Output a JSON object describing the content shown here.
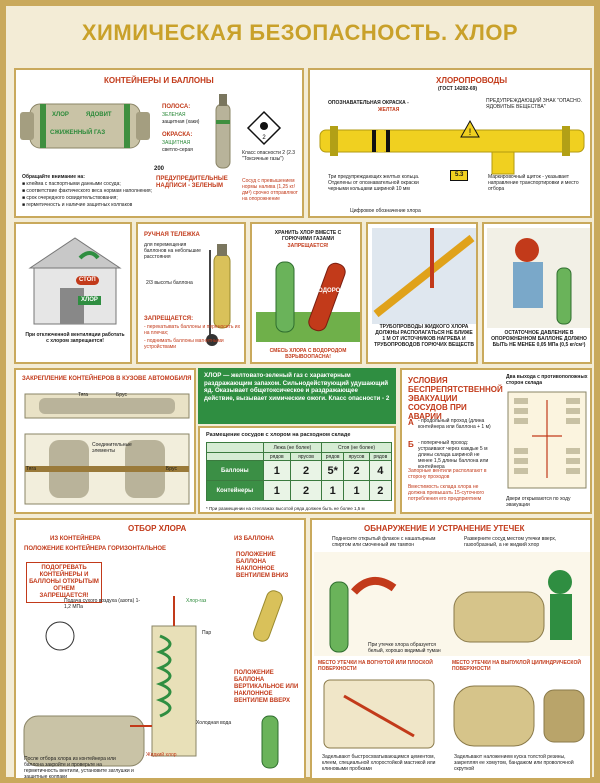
{
  "title": "ХИМИЧЕСКАЯ БЕЗОПАСНОСТЬ. ХЛОР",
  "containers": {
    "header": "КОНТЕЙНЕРЫ И БАЛЛОНЫ",
    "label_chlor": "ХЛОР",
    "label_yadovit": "ЯДОВИТ",
    "label_gas": "СЖИЖЕННЫЙ ГАЗ",
    "stripes_title": "ПОЛОСА:",
    "stripes_text": "ЗЕЛЕНАЯ",
    "stripes_note": "защитная (хаки)",
    "paint_title": "ОКРАСКА:",
    "paint_text": "ЗАЩИТНАЯ",
    "paint_note": "светло-серая",
    "dim": "200",
    "attention": "Обращайте внимание на:",
    "att1": "■ клейма с паспортными данными сосуда;",
    "att2": "■ соответствие фактического веса нормам наполнения;",
    "att3": "■ срок очередного освидетельствования;",
    "att4": "■ герметичность и наличие защитных колпаков",
    "class_label": "Класс опасности 2 (2.3 \"Токсичные газы\")",
    "warn_title": "ПРЕДУПРЕДИТЕЛЬНЫЕ НАДПИСИ - ЗЕЛЕНЫМ",
    "warn_note": "Сосуд с превышением нормы налива (1,25 кг/дм³) срочно отправляют на опорожнение"
  },
  "pipes": {
    "header": "ХЛОРОПРОВОДЫ",
    "gost": "(ГОСТ 14202-69)",
    "paint": "ОПОЗНАВАТЕЛЬНАЯ ОКРАСКА -",
    "paint_color": "ЖЕЛТАЯ",
    "sign": "ПРЕДУПРЕЖДАЮЩИЙ ЗНАК \"ОПАСНО. ЯДОВИТЫЕ ВЕЩЕСТВА\"",
    "code": "5.3",
    "rings": "Три предупреждающих желтых кольца. Отделены от опознавательной окраски черными кольцами шириной 10 мм",
    "marker": "Маркировочный щиток - указывает направление транспортировки и место отбора",
    "digital": "Цифровое обозначение хлора"
  },
  "cart": {
    "title": "РУЧНАЯ ТЕЛЕЖКА",
    "desc": "для перемещения баллонов на небольшие расстояния",
    "height": "2/3 высоты баллона",
    "forbid": "ЗАПРЕЩАЕТСЯ:",
    "f1": "- перекатывать баллоны и переносить их на плечах;",
    "f2": "- поднимать баллоны магнитными устройствами"
  },
  "work": {
    "stop": "СТОП",
    "gas_sign": "ХЛОР",
    "caption": "При отключенной вентиляции работать с хлором запрещается!"
  },
  "store": {
    "top": "ХРАНИТЬ ХЛОР ВМЕСТЕ С ГОРЮЧИМИ ГАЗАМИ",
    "top2": "ЗАПРЕЩАЕТСЯ!",
    "vodorod": "ВОДОРОД",
    "caption": "СМЕСЬ ХЛОРА С ВОДОРОДОМ ВЗРЫВООПАСНА!"
  },
  "pipelines2": {
    "text": "ТРУБОПРОВОДЫ ЖИДКОГО ХЛОРА ДОЛЖНЫ РАСПОЛАГАТЬСЯ НЕ БЛИЖЕ 1 М ОТ ИСТОЧНИКОВ НАГРЕВА И ТРУБОПРОВОДОВ ГОРЮЧИХ ВЕЩЕСТВ"
  },
  "pressure": {
    "text": "ОСТАТОЧНОЕ ДАВЛЕНИЕ В ОПОРОЖНЕННОМ БАЛЛОНЕ ДОЛЖНО БЫТЬ НЕ МЕНЕЕ 0,05 МПа (0,5 кг/см²)"
  },
  "auto": {
    "header": "ЗАКРЕПЛЕНИЕ КОНТЕЙНЕРОВ В КУЗОВЕ АВТОМОБИЛЯ",
    "tyaga": "Тяга",
    "brus": "Брус",
    "soed": "Соединительные элементы",
    "tyaga2": "Тяга",
    "brus2": "Брус"
  },
  "chlor_info": "ХЛОР — желтовато-зеленый газ с характерным раздражающим запахом. Сильнодействующий удушающий яд. Оказывает общетоксическое и раздражающее действие, вызывает химические ожоги. Класс опасности - 2",
  "placement": {
    "title": "Размещение сосудов с хлором на расходном складе",
    "col1": "Лежа (не более)",
    "col2": "Стоя (не более)",
    "row1": "Баллоны",
    "row2": "Контейнеры",
    "sub1": "рядов",
    "sub2": "ярусов",
    "row1_vals": [
      "1",
      "2",
      "5*",
      "2",
      "4"
    ],
    "row2_vals": [
      "1",
      "2",
      "1",
      "1",
      "2"
    ],
    "note": "* При размещении на стеллажах высотой ряда должен быть не более 1,5 м"
  },
  "evac": {
    "header": "УСЛОВИЯ БЕСПРЕПЯТСТВЕННОЙ ЭВАКУАЦИИ СОСУДОВ ПРИ АВАРИИ",
    "a": "А",
    "a_text": "- продольный проход (длина контейнера или баллона + 1 м)",
    "b": "Б",
    "b_text": "- поперечный проход: устраивают через каждые 5 м длины склада шириной не менее 1,5 длины баллона или контейнера",
    "valve": "Запорные вентили располагают в сторону проходов",
    "cap": "Вместимость склада хлора не должна превышать 15-суточного потребления его предприятием",
    "store_title": "Два выхода с противоположных сторон склада",
    "door": "Двери открываются по ходу эвакуации"
  },
  "sampling": {
    "header": "ОТБОР ХЛОРА",
    "from_cont": "ИЗ КОНТЕЙНЕРА",
    "pos": "ПОЛОЖЕНИЕ КОНТЕЙНЕРА ГОРИЗОНТАЛЬНОЕ",
    "heat": "ПОДОГРЕВАТЬ КОНТЕЙНЕРЫ И БАЛЛОНЫ ОТКРЫТЫМ ОГНЕМ ЗАПРЕЩАЕТСЯ!",
    "from_bal": "ИЗ БАЛЛОНА",
    "bal_down": "ПОЛОЖЕНИЕ БАЛЛОНА НАКЛОННОЕ ВЕНТИЛЕМ ВНИЗ",
    "bal_up": "ПОЛОЖЕНИЕ БАЛЛОНА ВЕРТИКАЛЬНОЕ ИЛИ НАКЛОННОЕ ВЕНТИЛЕМ ВВЕРХ",
    "air": "Подача сухого воздуха (азота) 1-1,2 МПа",
    "liquid": "Жидкий хлор",
    "gas": "Хлор-газ",
    "cold": "Холодная вода",
    "steam": "Пар",
    "note": "После отбора хлора из контейнера или баллона закройте и проверьте на герметичность вентили, установите заглушки и защитные колпаки"
  },
  "leaks": {
    "header": "ОБНАРУЖЕНИЕ И УСТРАНЕНИЕ УТЕЧЕК",
    "l1": "Поднесите открытый флакон с нашатырным спиртом или смоченный им тампон",
    "l2": "Разверните сосуд местом утечки вверх, газообразный, а не жидкий хлор",
    "l3": "При утечке хлора образуется белый, хорошо видимый туман",
    "l4": "МЕСТО УТЕЧКИ НА ВОГНУТОЙ ИЛИ ПЛОСКОЙ ПОВЕРХНОСТИ",
    "l5": "МЕСТО УТЕЧКИ НА ВЫПУКЛОЙ ЦИЛИНДРИЧЕСКОЙ ПОВЕРХНОСТИ",
    "l6": "Задельвают быстросхватывающимся цементом, клеем, специальной хлоростойкой мастикой или клиновыми пробками",
    "l7": "Задельвают наложением куска толстой резины, закрепляя ее хомутом, бандажом или проволочной скруткой"
  },
  "colors": {
    "gold": "#c9a95c",
    "red": "#c23a1a",
    "green": "#2f8e41",
    "yellow": "#f0d020"
  }
}
